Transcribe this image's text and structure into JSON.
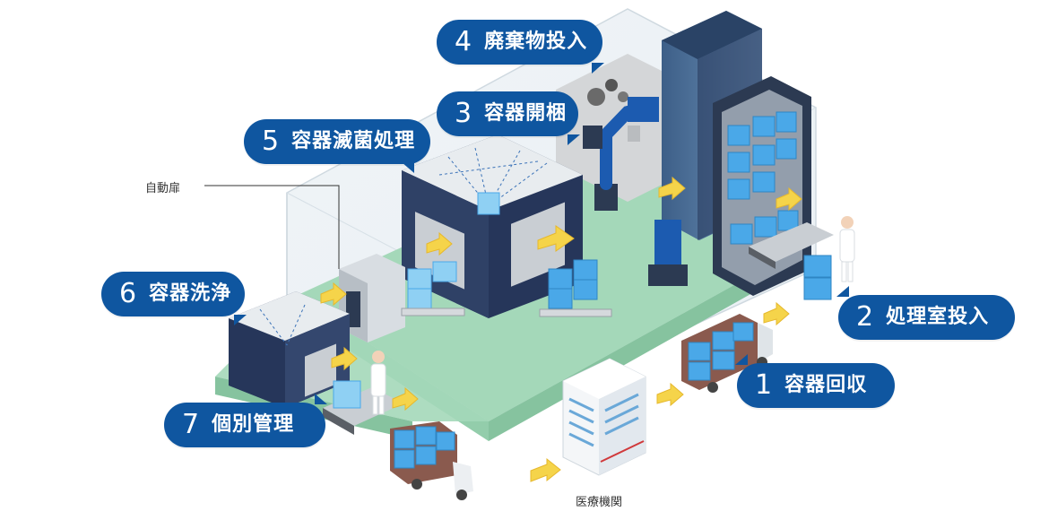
{
  "labels": {
    "step1": {
      "num": "1",
      "text": "容器回収"
    },
    "step2": {
      "num": "2",
      "text": "処理室投入"
    },
    "step3": {
      "num": "3",
      "text": "容器開梱"
    },
    "step4": {
      "num": "4",
      "text": "廃棄物投入"
    },
    "step5": {
      "num": "5",
      "text": "容器滅菌処理"
    },
    "step6": {
      "num": "6",
      "text": "容器洗浄"
    },
    "step7": {
      "num": "7",
      "text": "個別管理"
    }
  },
  "annotations": {
    "auto_door": "自動扉",
    "medical_facility": "医療機関"
  },
  "colors": {
    "label_bg": "#0f56a0",
    "floor": "#9fd5b4",
    "container_blue": "#4aa8e8",
    "machine_navy": "#26365a",
    "arrow_yellow": "#f5d44a"
  }
}
